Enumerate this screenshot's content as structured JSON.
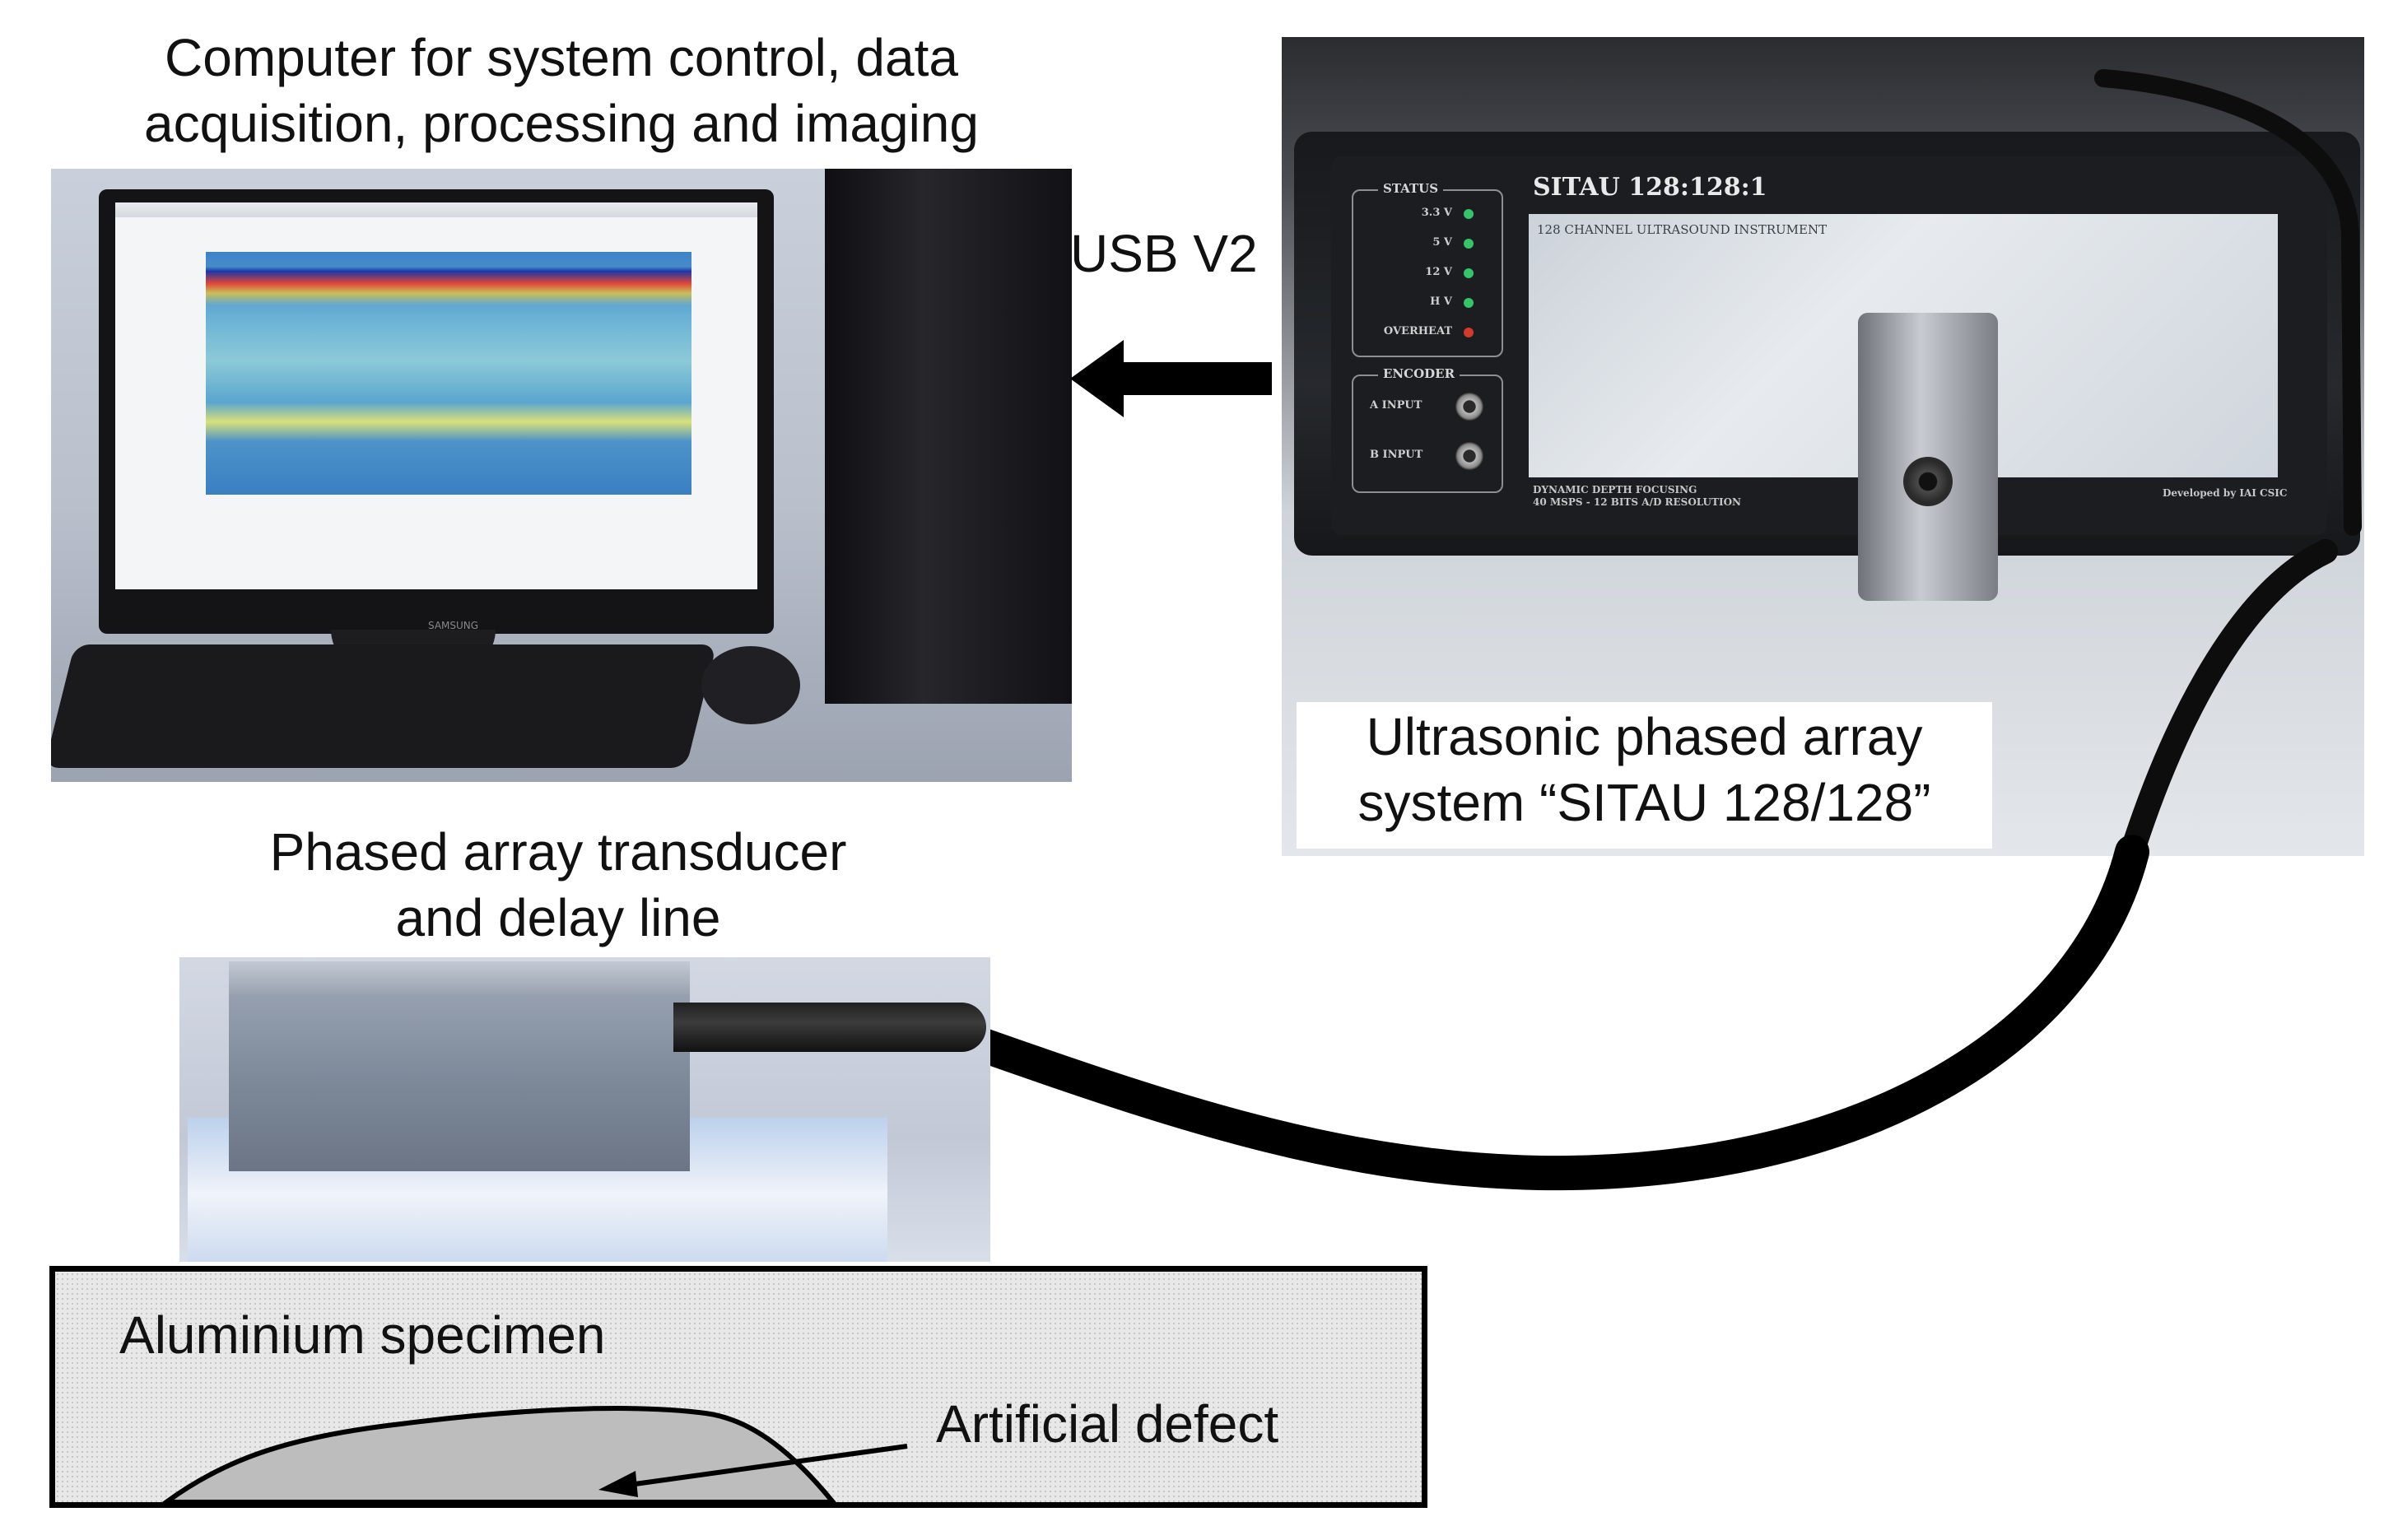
{
  "captions": {
    "computer": [
      "Computer for system control, data",
      "acquisition, processing and imaging"
    ],
    "usb": "USB V2",
    "sitau": [
      "Ultrasonic phased array",
      "system “SITAU 128/128”"
    ],
    "transducer": [
      "Phased array transducer",
      "and delay line"
    ],
    "specimen": "Aluminium specimen",
    "defect": "Artificial defect"
  },
  "instrument": {
    "title": "SITAU 128:128:1",
    "subtitle": "128 CHANNEL ULTRASOUND INSTRUMENT",
    "status_label": "STATUS",
    "status_items": [
      {
        "label": "3.3 V",
        "color": "#36c46a"
      },
      {
        "label": "5 V",
        "color": "#36c46a"
      },
      {
        "label": "12 V",
        "color": "#36c46a"
      },
      {
        "label": "H V",
        "color": "#36c46a"
      },
      {
        "label": "OVERHEAT",
        "color": "#d33a2c"
      }
    ],
    "encoder_label": "ENCODER",
    "encoder_items": [
      "A INPUT",
      "B INPUT"
    ],
    "footer_left": [
      "DYNAMIC DEPTH FOCUSING",
      "40 MSPS - 12 BITS A/D RESOLUTION"
    ],
    "footer_right": "Developed by IAI CSIC"
  },
  "monitor_brand": "SAMSUNG"
}
